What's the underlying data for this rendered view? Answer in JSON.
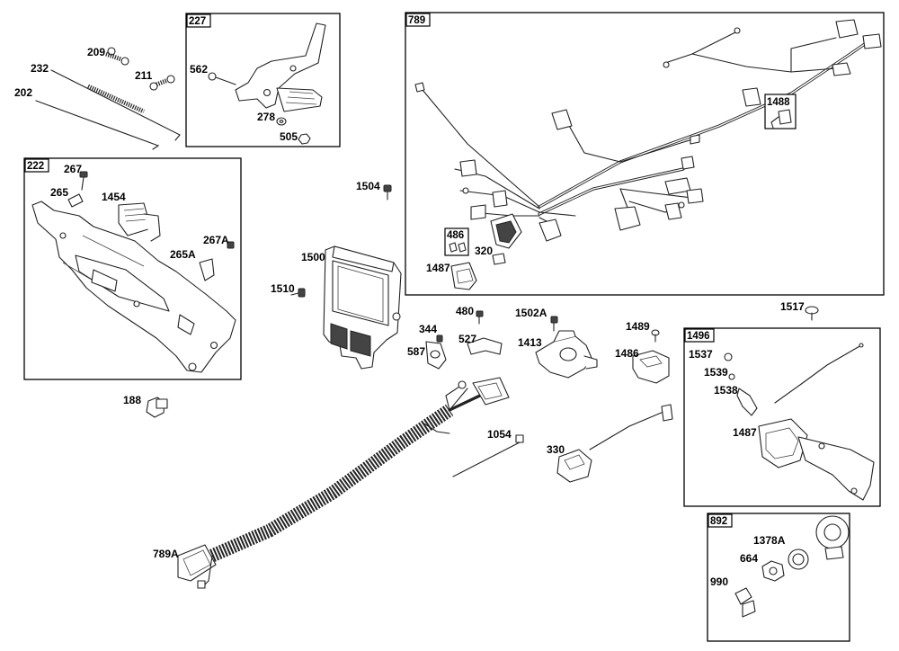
{
  "callouts": {
    "c209": "209",
    "c232": "232",
    "c211": "211",
    "c202": "202",
    "c562": "562",
    "c278": "278",
    "c505": "505",
    "c267": "267",
    "c265": "265",
    "c1454": "1454",
    "c267A": "267A",
    "c265A": "265A",
    "c1504": "1504",
    "c1500": "1500",
    "c1510": "1510",
    "c188": "188",
    "c320": "320",
    "c1487a": "1487",
    "c344": "344",
    "c480": "480",
    "c1502A": "1502A",
    "c527": "527",
    "c587": "587",
    "c1413": "1413",
    "c1489": "1489",
    "c1486": "1486",
    "c1517": "1517",
    "c1054": "1054",
    "c330": "330",
    "c789A": "789A",
    "c1537": "1537",
    "c1539": "1539",
    "c1538": "1538",
    "c1487b": "1487",
    "c1378A": "1378A",
    "c664": "664",
    "c990": "990"
  },
  "groups": {
    "g227": "227",
    "g222": "222",
    "g789": "789",
    "g1488": "1488",
    "g486": "486",
    "g1496": "1496",
    "g892": "892"
  }
}
